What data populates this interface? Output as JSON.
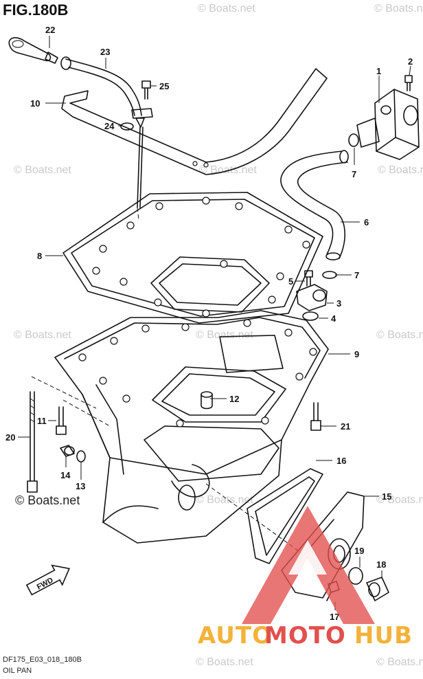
{
  "figure": {
    "title": "FIG.180B",
    "code": "DF175_E03_018_180B",
    "caption": "OIL PAN"
  },
  "watermark": {
    "text": "© Boats.net",
    "bold_text": "© Boats.net"
  },
  "brand": {
    "part1": "AUTO",
    "part2": "MOTO",
    "part3": "HUB",
    "color_orange": "#f3b23a",
    "color_red": "#e2504d"
  },
  "fwd_label": "FWD",
  "callouts": {
    "c1": "1",
    "c2": "2",
    "c3": "3",
    "c4": "4",
    "c5": "5",
    "c6": "6",
    "c7a": "7",
    "c7b": "7",
    "c8": "8",
    "c9": "9",
    "c10": "10",
    "c11": "11",
    "c12": "12",
    "c13": "13",
    "c14": "14",
    "c15": "15",
    "c16": "16",
    "c17": "17",
    "c18": "18",
    "c19": "19",
    "c20": "20",
    "c21": "21",
    "c22": "22",
    "c23": "23",
    "c24": "24",
    "c25": "25"
  }
}
